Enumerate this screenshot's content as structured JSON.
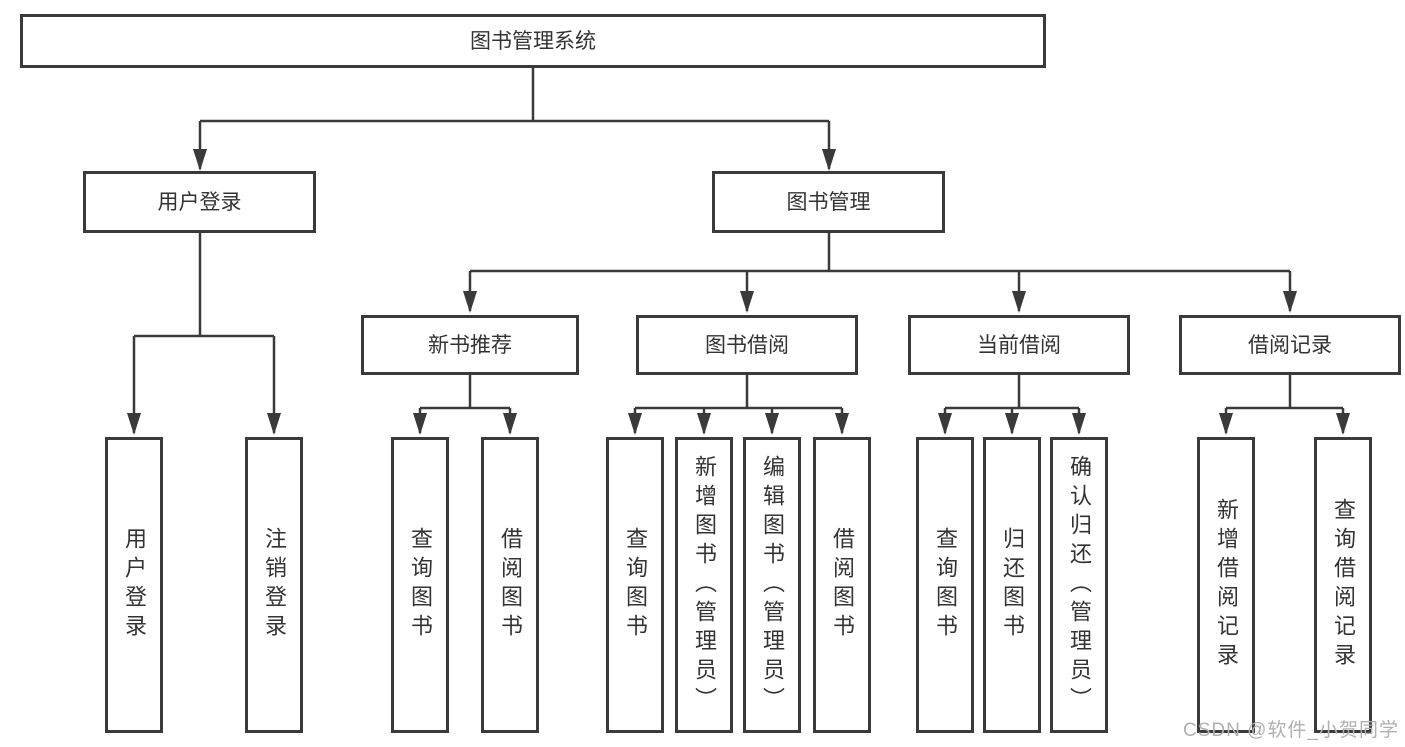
{
  "diagram": {
    "root": "图书管理系统",
    "branches": [
      {
        "label": "用户登录",
        "children": [
          "用户登录",
          "注销登录"
        ]
      },
      {
        "label": "图书管理",
        "children": [
          {
            "label": "新书推荐",
            "children": [
              "查询图书",
              "借阅图书"
            ]
          },
          {
            "label": "图书借阅",
            "children": [
              "查询图书",
              "新增图书（管理员）",
              "编辑图书（管理员）",
              "借阅图书"
            ]
          },
          {
            "label": "当前借阅",
            "children": [
              "查询图书",
              "归还图书",
              "确认归还（管理员）"
            ]
          },
          {
            "label": "借阅记录",
            "children": [
              "新增借阅记录",
              "查询借阅记录"
            ]
          }
        ]
      }
    ]
  },
  "watermark": {
    "text": "CSDN @软件_小贺同学"
  },
  "colors": {
    "line": "#3a3a3a",
    "box_border": "#3a3a3a",
    "box_fill": "#ffffff",
    "text": "#333333",
    "watermark": "#b0b0b0",
    "background": "#ffffff"
  }
}
